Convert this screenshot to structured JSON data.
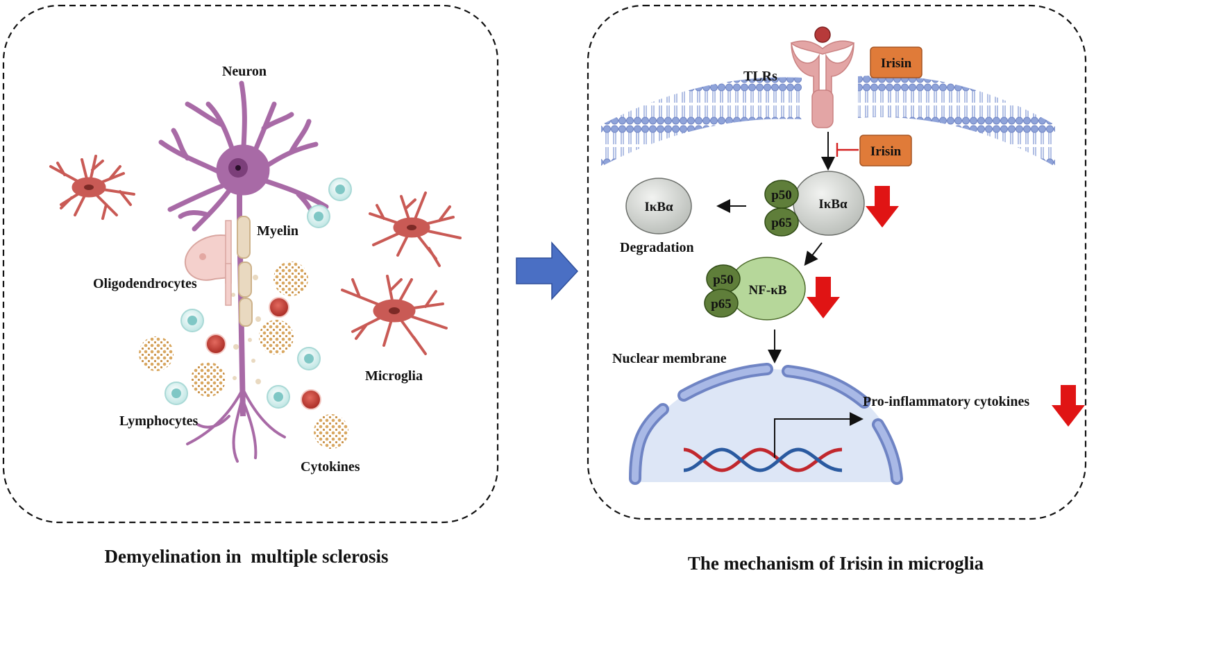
{
  "left_panel": {
    "caption": "Demyelination in  multiple sclerosis",
    "labels": {
      "neuron": "Neuron",
      "myelin": "Myelin",
      "oligodendrocytes": "Oligodendrocytes",
      "microglia": "Microglia",
      "lymphocytes": "Lymphocytes",
      "cytokines": "Cytokines"
    }
  },
  "right_panel": {
    "caption": "The mechanism of Irisin in microglia",
    "labels": {
      "tlrs": "TLRs",
      "irisin_top": "Irisin",
      "irisin_inhibitor": "Irisin",
      "ikba_degraded": "IκBα",
      "degradation": "Degradation",
      "p50_complex": "p50",
      "p65_complex": "p65",
      "ikba_complex": "IκBα",
      "p50_nfkb": "p50",
      "p65_nfkb": "p65",
      "nfkb": "NF-κB",
      "nuclear_membrane": "Nuclear membrane",
      "pro_inflammatory": "Pro-inflammatory cytokines"
    }
  },
  "colors": {
    "neuron": "#a86aa6",
    "microglia": "#c95a55",
    "lymphocyte": "#7fc7c5",
    "red_cell": "#c0392b",
    "cytokine_dots": "#d9a760",
    "myelin": "#e6d2b8",
    "oligodendrocyte": "#f1c6c2",
    "transition_arrow": "#4a6fc4",
    "irisin_box": "#e07b39",
    "membrane": "#8fa3d9",
    "protein_green": "#5f7e3a",
    "ikba_gray": "#cfd3cf",
    "nfkb_green": "#b6d79a",
    "down_arrow_red": "#e01414",
    "nucleus_fill": "#dde6f6",
    "dna_red": "#c1272d",
    "dna_blue": "#2a5aa0"
  },
  "icons": [
    "neuron-icon",
    "microglia-icon",
    "lymphocyte-icon",
    "cytokine-icon",
    "tlr-receptor-icon",
    "lipid-bilayer-icon",
    "dna-helix-icon",
    "down-arrow-icon",
    "inhibition-icon"
  ]
}
